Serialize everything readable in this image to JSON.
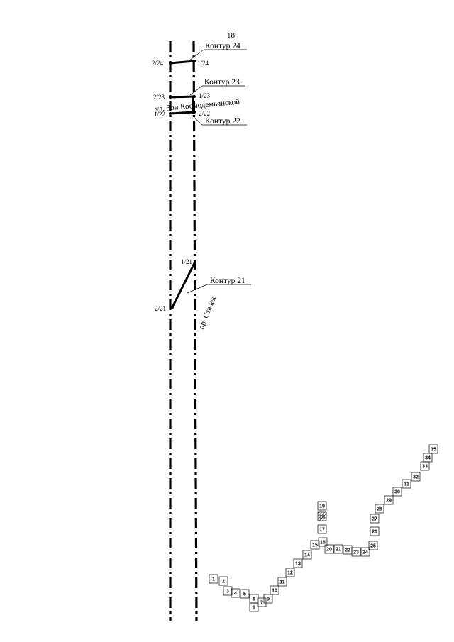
{
  "sheet": {
    "number": "18"
  },
  "contours": [
    {
      "label": "Контур 24",
      "left": "2/24",
      "right": "1/24"
    },
    {
      "label": "Контур 23",
      "left": "2/23",
      "right": "1/23"
    },
    {
      "label": "Контур 22",
      "left": "1/22",
      "right": "2/22"
    },
    {
      "label": "Контур 21",
      "left": "2/21",
      "right": "1/21"
    }
  ],
  "streets": {
    "kosmodemyanskoy": "ул. Зои Космодемьянской",
    "stachek": "пр. Стачек"
  },
  "blocks": {
    "labels": [
      "1",
      "2",
      "3",
      "4",
      "5",
      "6",
      "7",
      "8",
      "9",
      "10",
      "11",
      "12",
      "13",
      "14",
      "15",
      "16",
      "17",
      "18",
      "19",
      "20",
      "21",
      "22",
      "23",
      "24",
      "25",
      "26",
      "27",
      "28",
      "29",
      "30",
      "31",
      "32",
      "33",
      "34",
      "35"
    ]
  }
}
